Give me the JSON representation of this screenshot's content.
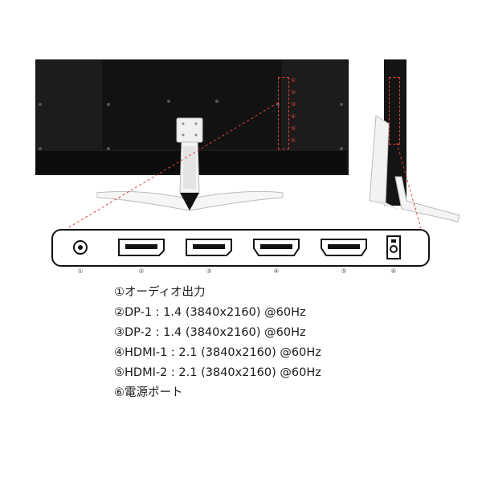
{
  "rear_view": {
    "port_markers": [
      "①",
      "②",
      "③",
      "④",
      "⑤",
      "⑥"
    ]
  },
  "connector_panel": {
    "ports": [
      {
        "number": "①",
        "icon": "audio-jack-icon"
      },
      {
        "number": "②",
        "icon": "displayport-icon"
      },
      {
        "number": "③",
        "icon": "displayport-icon"
      },
      {
        "number": "④",
        "icon": "hdmi-icon"
      },
      {
        "number": "⑤",
        "icon": "hdmi-icon"
      },
      {
        "number": "⑥",
        "icon": "dc-power-icon"
      }
    ]
  },
  "specs": [
    "①オーディオ出力",
    "②DP-1 : 1.4 (3840x2160) @60Hz",
    "③DP-2 : 1.4 (3840x2160) @60Hz",
    "④HDMI-1 : 2.1 (3840x2160) @60Hz",
    "⑤HDMI-2 : 2.1 (3840x2160) @60Hz",
    "⑥電源ポート"
  ],
  "colors": {
    "callout": "#e0433a",
    "monitor_body": "#1c1c1c",
    "stand": "#f2f2f2"
  }
}
